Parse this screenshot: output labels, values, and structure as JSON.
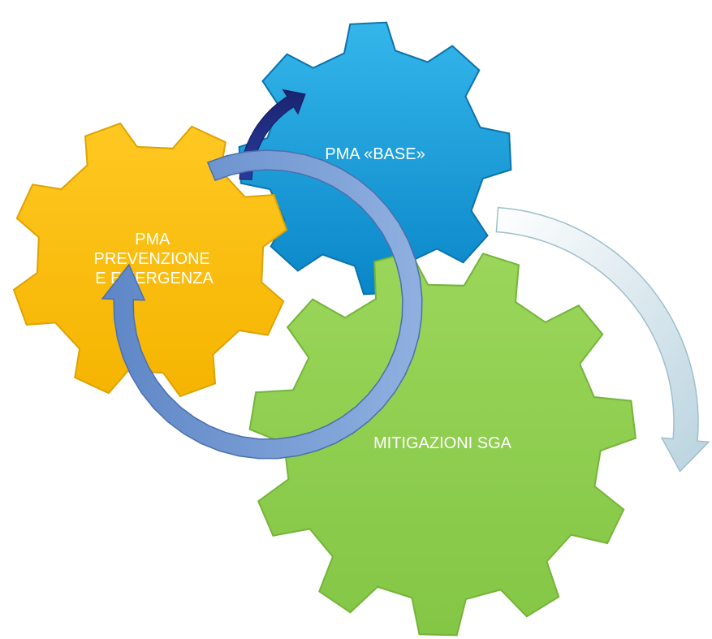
{
  "diagram": {
    "gears": [
      {
        "id": "base",
        "label_lines": [
          "PMA «BASE»"
        ],
        "color": "#1aa0dd"
      },
      {
        "id": "prevenzione",
        "label_lines": [
          "PMA",
          "PREVENZIONE",
          "E EMERGENZA"
        ],
        "color": "#ffbf00"
      },
      {
        "id": "mitigazioni",
        "label_lines": [
          "MITIGAZIONI SGA"
        ],
        "color": "#92d050"
      }
    ],
    "arrows": [
      {
        "id": "navy-arrow",
        "color": "#1f2a7a"
      },
      {
        "id": "blue-cycle-arrow",
        "color": "#6f93cf"
      },
      {
        "id": "pale-arrow",
        "color": "#c7dce6"
      }
    ]
  }
}
